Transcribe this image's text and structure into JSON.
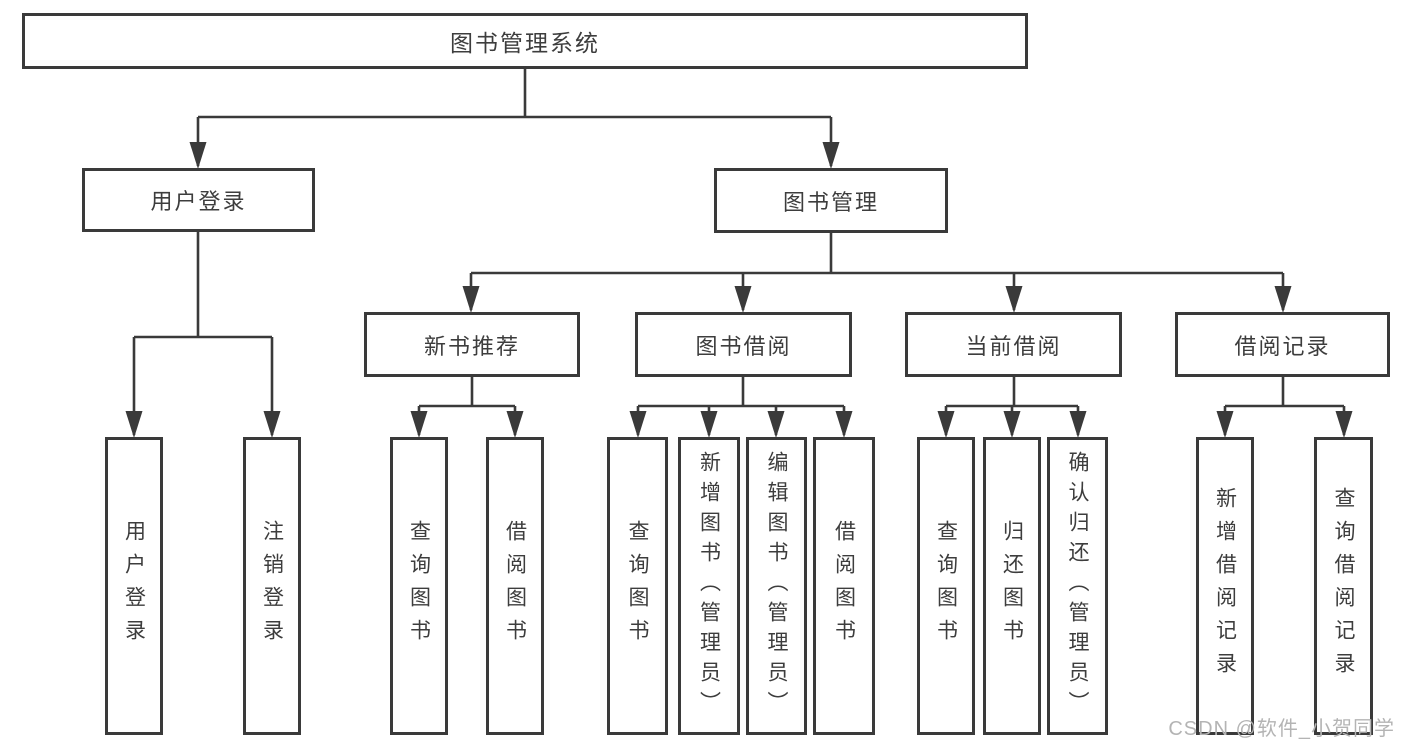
{
  "tree": {
    "label": "图书管理系统",
    "children": [
      {
        "label": "用户登录",
        "children": [
          {
            "label": "用户登录"
          },
          {
            "label": "注销登录"
          }
        ]
      },
      {
        "label": "图书管理",
        "children": [
          {
            "label": "新书推荐",
            "children": [
              {
                "label": "查询图书"
              },
              {
                "label": "借阅图书"
              }
            ]
          },
          {
            "label": "图书借阅",
            "children": [
              {
                "label": "查询图书"
              },
              {
                "label": "新增图书（管理员）"
              },
              {
                "label": "编辑图书（管理员）"
              },
              {
                "label": "借阅图书"
              }
            ]
          },
          {
            "label": "当前借阅",
            "children": [
              {
                "label": "查询图书"
              },
              {
                "label": "归还图书"
              },
              {
                "label": "确认归还（管理员）"
              }
            ]
          },
          {
            "label": "借阅记录",
            "children": [
              {
                "label": "新增借阅记录"
              },
              {
                "label": "查询借阅记录"
              }
            ]
          }
        ]
      }
    ]
  },
  "watermark": {
    "text": "CSDN @软件_小贺同学"
  },
  "colors": {
    "line": "#3a3a3a",
    "text": "#3d3d3d",
    "watermark": "#b4b4b4",
    "background": "#ffffff"
  }
}
